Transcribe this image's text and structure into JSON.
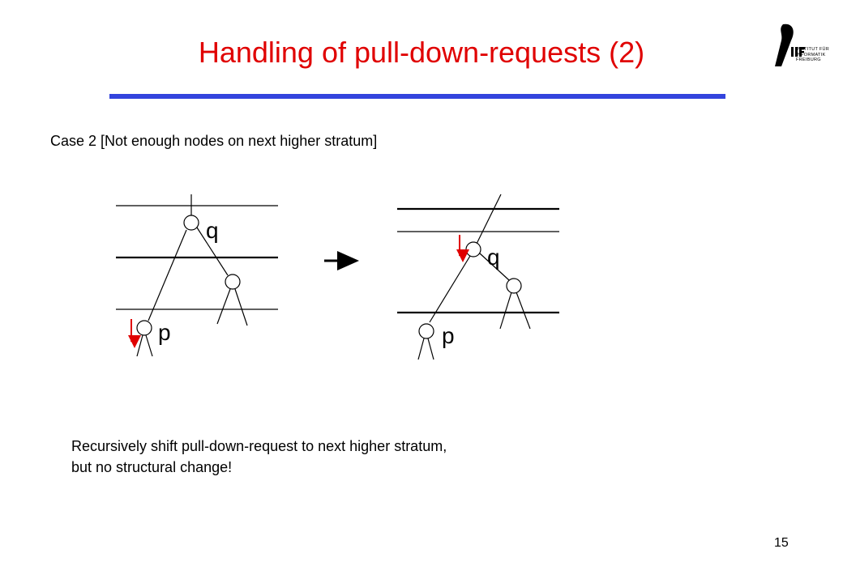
{
  "slide": {
    "title": "Handling of pull-down-requests (2)",
    "case_label": "Case 2 [Not enough nodes on next higher stratum]",
    "note_line1": "Recursively shift pull-down-request to next higher stratum,",
    "note_line2": "but no structural change!",
    "page_number": "15"
  },
  "logo": {
    "line1": "INSTITUT FÜR",
    "line2": "INFORMATIK",
    "line3": "FREIBURG"
  },
  "diagram": {
    "before": {
      "node_top_label": "q",
      "node_bottom_label": "p"
    },
    "after": {
      "node_top_label": "q",
      "node_bottom_label": "p"
    }
  },
  "colors": {
    "title": "#e00000",
    "title_rule": "#3344dd",
    "request_arrow": "#e00000",
    "lines": "#000000"
  }
}
